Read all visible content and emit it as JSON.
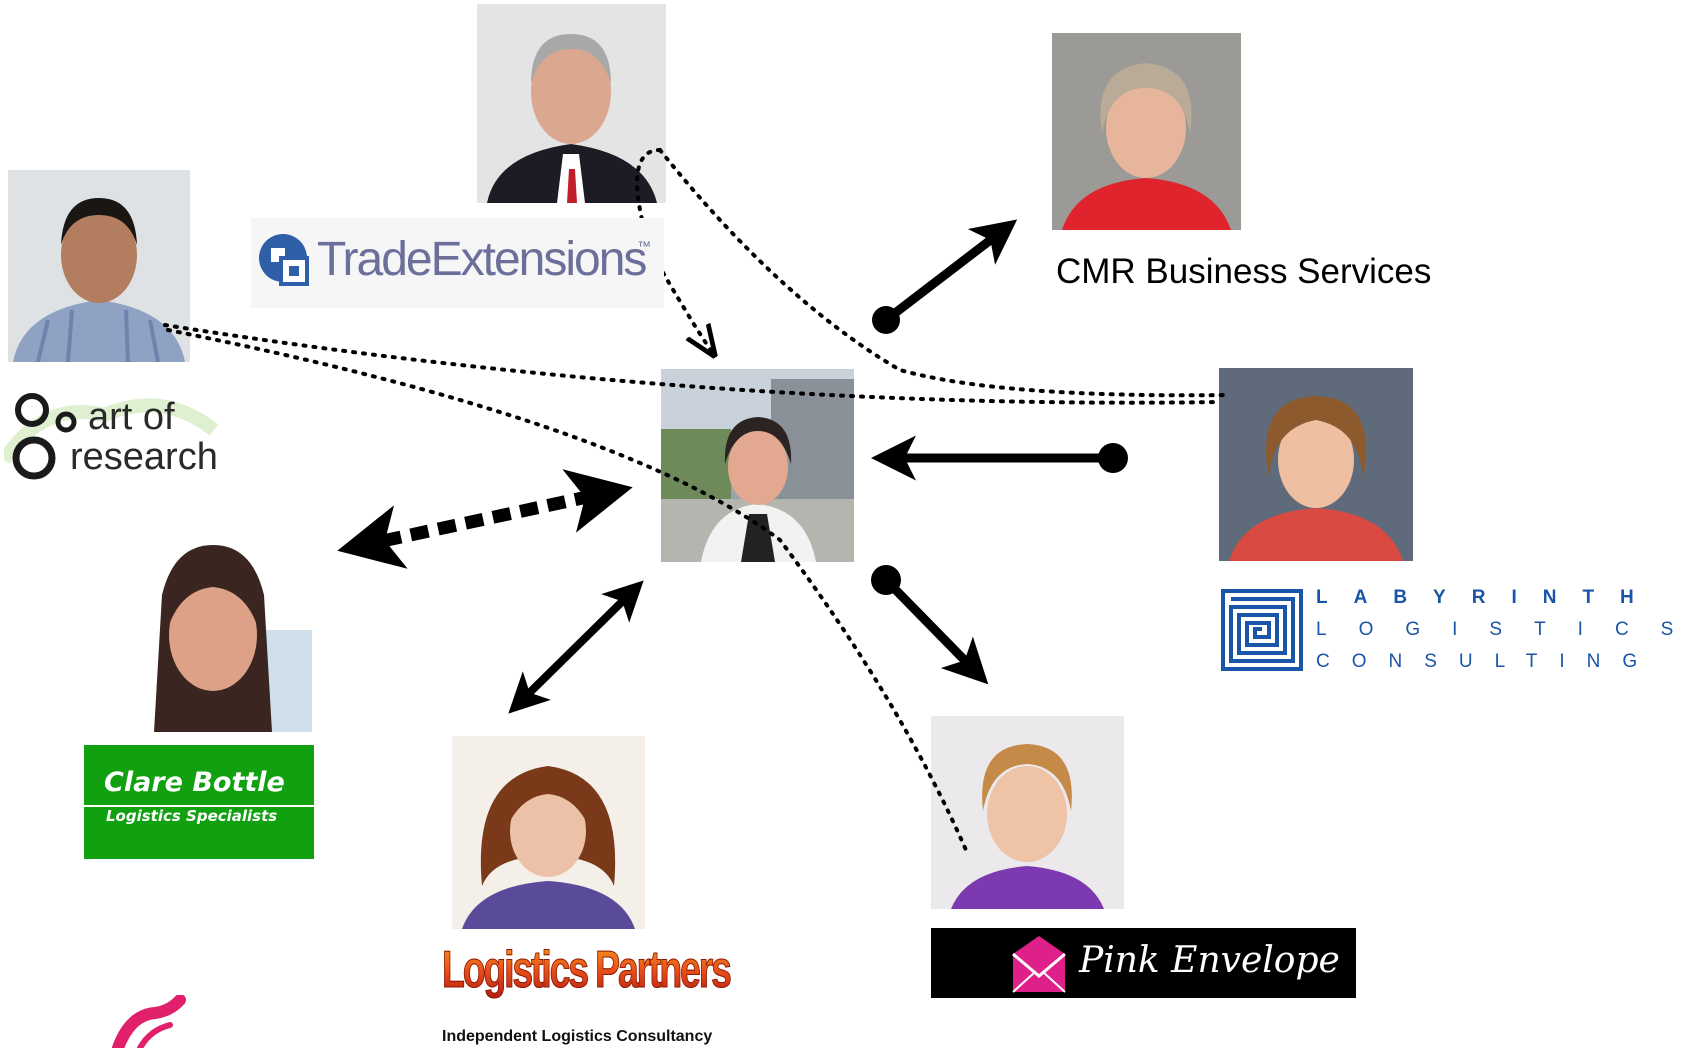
{
  "logos": {
    "trade_extensions": {
      "text": "TradeExtensions",
      "tm": "™",
      "brand_color": "#2f5fa8",
      "text_color": "#6b6f99"
    },
    "art_of_research": {
      "line1": "art of",
      "line2": "research",
      "accent": "#c8e6b0"
    },
    "clare_bottle": {
      "title": "Clare Bottle",
      "subtitle": "Logistics Specialists",
      "bg": "#10a010"
    },
    "logistics_partners": {
      "title": "Logistics Partners",
      "subtitle": "Independent Logistics Consultancy"
    },
    "pink_envelope": {
      "text": "Pink Envelope",
      "bg": "#000000",
      "accent": "#e0208a"
    },
    "labyrinth": {
      "line1": "LABYRINTH",
      "line2": "LOGISTICS",
      "line3": "CONSULTING",
      "color": "#1a56a8"
    }
  },
  "labels": {
    "cmr": "CMR Business Services"
  },
  "people": [
    {
      "id": "center-person",
      "icon": "portrait-woman-dark-hair"
    },
    {
      "id": "top-man",
      "icon": "portrait-man-suit"
    },
    {
      "id": "left-man",
      "icon": "portrait-man-striped-shirt"
    },
    {
      "id": "cmr-woman",
      "icon": "portrait-woman-grey-hair"
    },
    {
      "id": "labyrinth-woman",
      "icon": "portrait-woman-curly-hair"
    },
    {
      "id": "clare-woman",
      "icon": "portrait-woman-long-hair"
    },
    {
      "id": "partners-woman",
      "icon": "portrait-woman-curly-red-hair"
    },
    {
      "id": "pink-woman",
      "icon": "portrait-woman-short-blonde-hair"
    }
  ]
}
